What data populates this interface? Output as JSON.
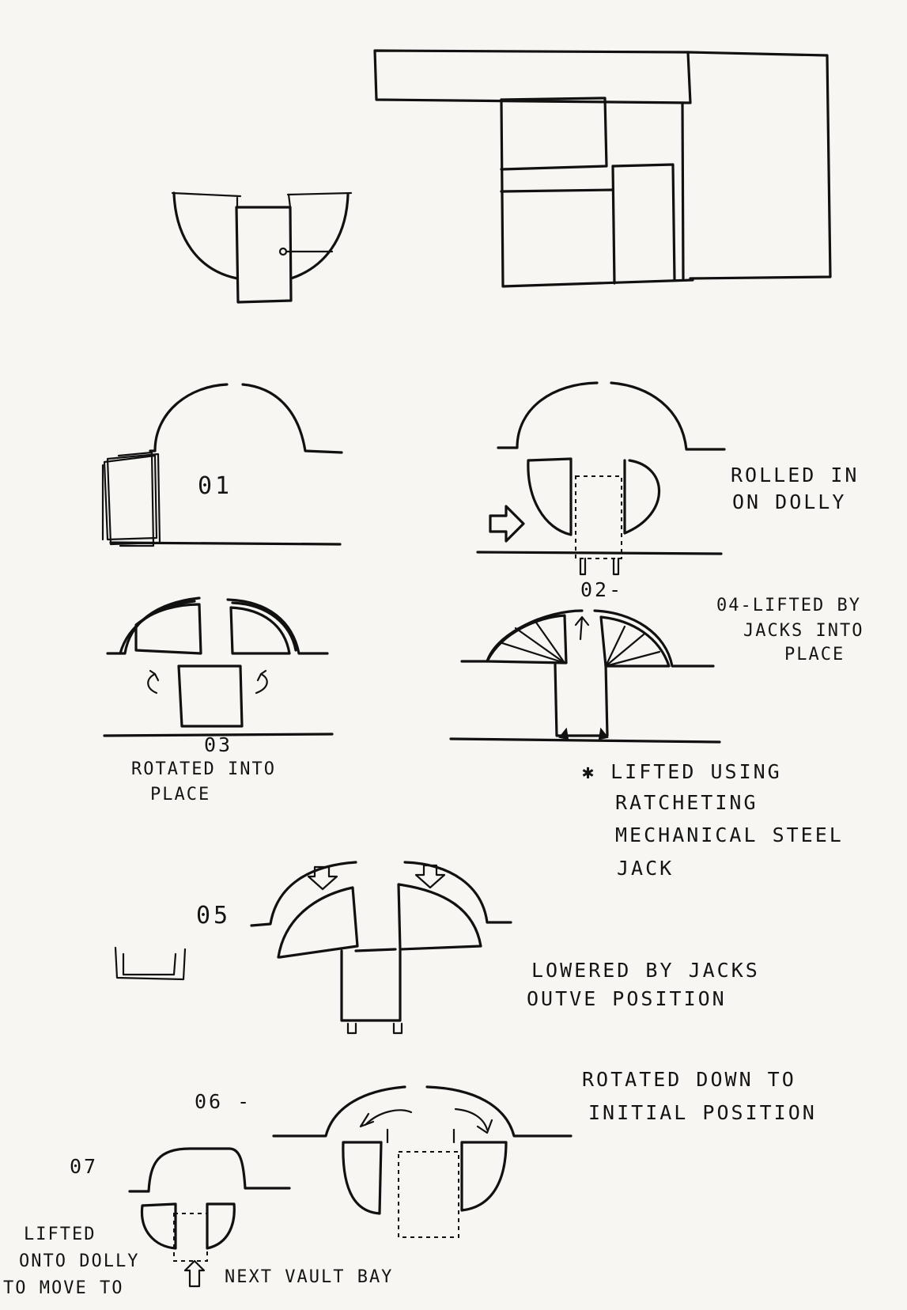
{
  "labels": {
    "step01": "01",
    "step02": "02-",
    "step03": "03",
    "step04a": "04-LIFTED BY",
    "step04b": "JACKS INTO",
    "step04c": "PLACE",
    "step05": "05",
    "step06": "06 -",
    "step07": "07",
    "rolled1": "ROLLED IN",
    "rolled2": "ON   DOLLY",
    "rotated1": "ROTATED INTO",
    "rotated2": "PLACE",
    "note1": "✱ LIFTED USING",
    "note2": "RATCHETING",
    "note3": "MECHANICAL STEEL",
    "note4": "JACK",
    "lowered1": "LOWERED BY JACKS",
    "lowered2": "OUTVE   POSITION",
    "rotdown1": "ROTATED  DOWN  TO",
    "rotdown2": "INITIAL POSITION",
    "lifted1": "LIFTED",
    "lifted2": "ONTO DOLLY",
    "lifted3": "TO  MOVE TO",
    "lifted4": "NEXT VAULT BAY"
  }
}
